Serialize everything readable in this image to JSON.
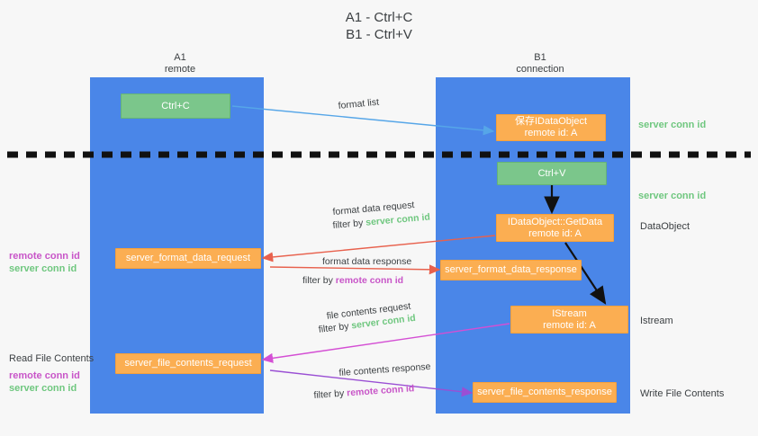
{
  "title": "A1 - Ctrl+C\nB1 - Ctrl+V",
  "colors": {
    "lane": "#4a86e8",
    "green_box": "#7bc68b",
    "orange_box": "#fbae52",
    "server_conn_id": "#6fc77f",
    "remote_conn_id": "#c855c8",
    "arrow_blue": "#56a6e8",
    "arrow_red": "#e8614d",
    "arrow_magenta": "#d44fd4",
    "arrow_purple": "#9a4fd4",
    "arrow_black": "#111111",
    "divider": "#111111",
    "background": "#f7f7f7"
  },
  "columns": [
    {
      "name": "A1",
      "sub": "remote",
      "header": "A1\nremote"
    },
    {
      "name": "B1",
      "sub": "connection",
      "header": "B1\nconnection"
    }
  ],
  "nodes": {
    "ctrl_c": "Ctrl+C",
    "save_idataobject": "保存IDataObject\nremote id: A",
    "ctrl_v": "Ctrl+V",
    "getdata": "IDataObject::GetData\nremote id: A",
    "server_format_data_request": "server_format_data_request",
    "server_format_data_response": "server_format_data_response",
    "istream": "IStream\nremote id: A",
    "server_file_contents_request": "server_file_contents_request",
    "server_file_contents_response": "server_file_contents_response"
  },
  "edge_labels": {
    "format_list": "format list",
    "format_data_request": "format data request",
    "format_data_request_filter_prefix": "filter by ",
    "format_data_request_filter_value": "server conn id",
    "format_data_response": "format data response",
    "format_data_response_filter_prefix": "filter by ",
    "format_data_response_filter_value": "remote conn id",
    "file_contents_request": "file contents request",
    "file_contents_request_filter_prefix": "filter by ",
    "file_contents_request_filter_value": "server conn id",
    "file_contents_response": "file contents response",
    "file_contents_response_filter_prefix": "filter by ",
    "file_contents_response_filter_value": "remote conn id"
  },
  "right_labels": {
    "server_conn_id_top": "server conn id",
    "server_conn_id_mid": "server conn id",
    "dataobject": "DataObject",
    "istream": "Istream",
    "write_file_contents": "Write File Contents"
  },
  "left_labels": {
    "remote_conn_id_mid": "remote conn id",
    "server_conn_id_mid": "server conn id",
    "read_file_contents": "Read File Contents",
    "remote_conn_id_bottom": "remote conn id",
    "server_conn_id_bottom": "server conn id"
  }
}
